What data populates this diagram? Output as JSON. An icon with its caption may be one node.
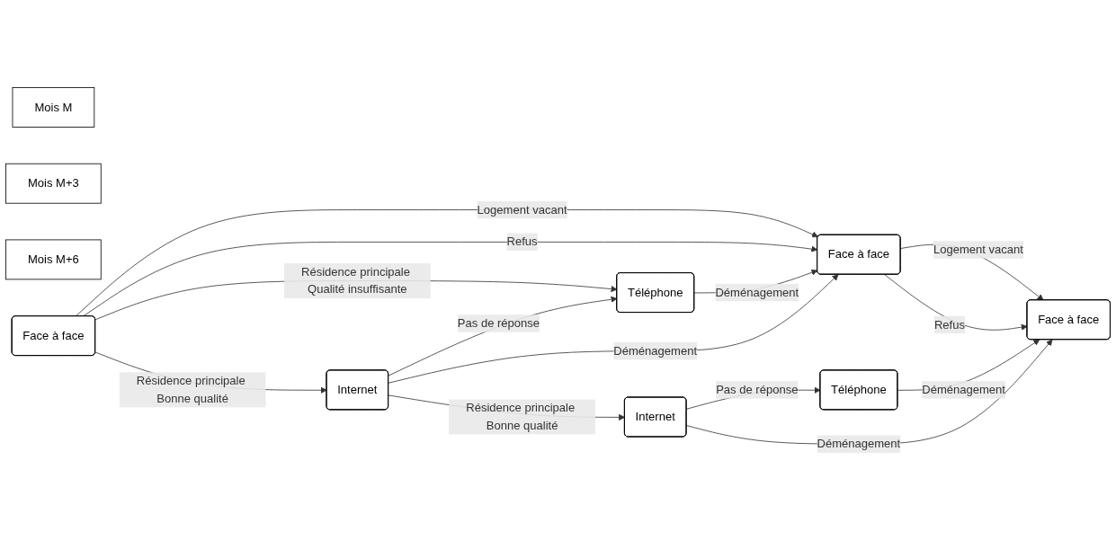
{
  "diagram": {
    "nodes": [
      {
        "text": [
          "Mois M"
        ]
      },
      {
        "text": [
          "Mois M+3"
        ]
      },
      {
        "text": [
          "Mois M+6"
        ]
      },
      {
        "text": [
          "Face à face"
        ]
      },
      {
        "text": [
          "Internet"
        ]
      },
      {
        "text": [
          "Téléphone"
        ]
      },
      {
        "text": [
          "Face à face"
        ]
      },
      {
        "text": [
          "Internet"
        ]
      },
      {
        "text": [
          "Téléphone"
        ]
      },
      {
        "text": [
          "Face à face"
        ]
      }
    ],
    "edges": [
      {
        "from": 3,
        "to": 4,
        "arrow": "to",
        "label": "Résidence principale Bonne qualité"
      },
      {
        "from": 3,
        "to": 5,
        "arrow": "to",
        "label": "Résidence principale Qualité insuffisante"
      },
      {
        "from": 3,
        "to": 6,
        "arrow": "to",
        "label": "Logement vacant"
      },
      {
        "from": 3,
        "to": 6,
        "arrow": "to",
        "label": "Refus"
      },
      {
        "from": 4,
        "to": 5,
        "arrow": "to",
        "label": "Pas de réponse"
      },
      {
        "from": 5,
        "to": 6,
        "arrow": "to",
        "label": "Déménagement"
      },
      {
        "from": 4,
        "to": 6,
        "arrow": "to",
        "label": "Déménagement"
      },
      {
        "from": 4,
        "to": 7,
        "arrow": "to",
        "label": "Résidence principale Bonne qualité"
      },
      {
        "from": 6,
        "to": 9,
        "arrow": "to",
        "label": "Logement vacant"
      },
      {
        "from": 6,
        "to": 9,
        "arrow": "to",
        "label": "Refus"
      },
      {
        "from": 7,
        "to": 8,
        "arrow": "to",
        "label": "Pas de réponse"
      },
      {
        "from": 8,
        "to": 9,
        "arrow": "to",
        "label": "Déménagement"
      },
      {
        "from": 7,
        "to": 9,
        "arrow": "to",
        "label": "Déménagement"
      }
    ]
  }
}
